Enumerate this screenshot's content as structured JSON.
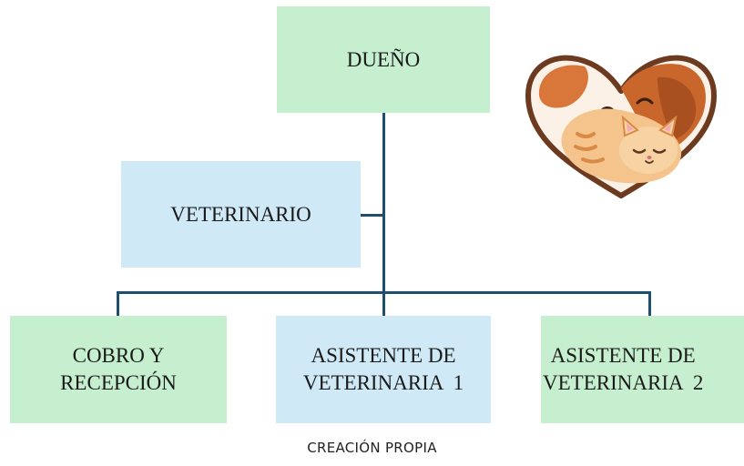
{
  "org_chart": {
    "owner": "DUEÑO",
    "veterinarian": "VETERINARIO",
    "staff": [
      {
        "line1": "COBRO Y",
        "line2": "RECEPCIÓN"
      },
      {
        "line1": "ASISTENTE DE",
        "line2": "VETERINARIA  1"
      },
      {
        "line1": "ASISTENTE DE",
        "line2": "VETERINARIA  2"
      }
    ]
  },
  "caption": "CREACIÓN PROPIA",
  "colors": {
    "green_box": "#c6efcf",
    "blue_box": "#cfe9f7",
    "connector": "#1f4e6e"
  },
  "icons": {
    "logo": "heart-dog-cat-icon"
  }
}
